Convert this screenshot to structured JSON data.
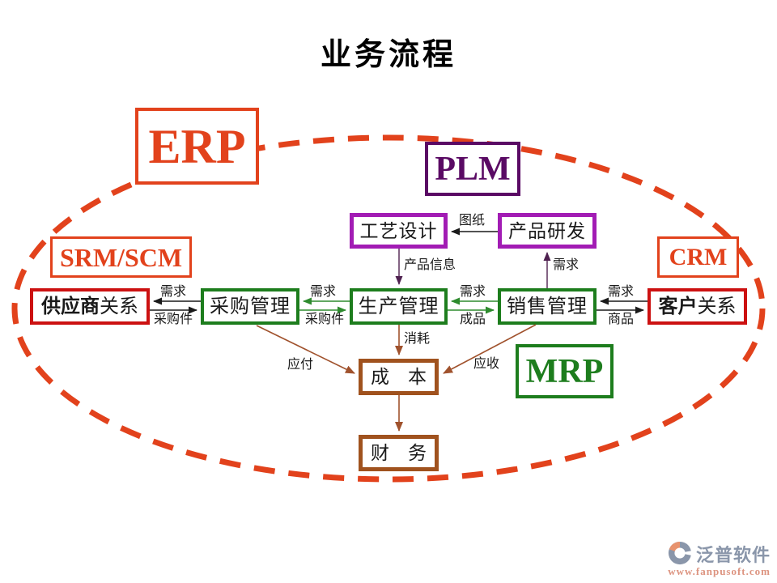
{
  "title": "业务流程",
  "systems": {
    "erp": "ERP",
    "plm": "PLM",
    "srm_scm": "SRM/SCM",
    "crm": "CRM",
    "mrp": "MRP"
  },
  "nodes": {
    "process_design": "工艺设计",
    "product_rd": "产品研发",
    "supplier": {
      "bold": "供应商",
      "rest": "关系"
    },
    "purchasing": "采购管理",
    "production": "生产管理",
    "sales": "销售管理",
    "customer": {
      "bold": "客户",
      "rest": "关系"
    },
    "cost": "成　本",
    "finance": "财　务"
  },
  "edge_labels": {
    "demand_supplier": "需求",
    "parts_supplier": "采购件",
    "demand_purchasing": "需求",
    "parts_production": "采购件",
    "demand_production": "需求",
    "finished_goods": "成品",
    "demand_sales": "需求",
    "goods_customer": "商品",
    "drawings": "图纸",
    "product_info": "产品信息",
    "demand_rd": "需求",
    "consumption": "消耗",
    "payable": "应付",
    "receivable": "应收"
  },
  "colors": {
    "accent_orange_red": "#e2421c",
    "red": "#cc1111",
    "green": "#1d7d1d",
    "green_arrow": "#2e8b2e",
    "purple_dark": "#5a0a64",
    "magenta": "#a21cb4",
    "brown": "#a0521e",
    "arrow_dark_purple": "#4f2150",
    "black": "#1a1a1a"
  },
  "watermark": {
    "logo": "fanpu-logo",
    "name": "泛普软件",
    "url": "www.fanpusoft.com"
  }
}
